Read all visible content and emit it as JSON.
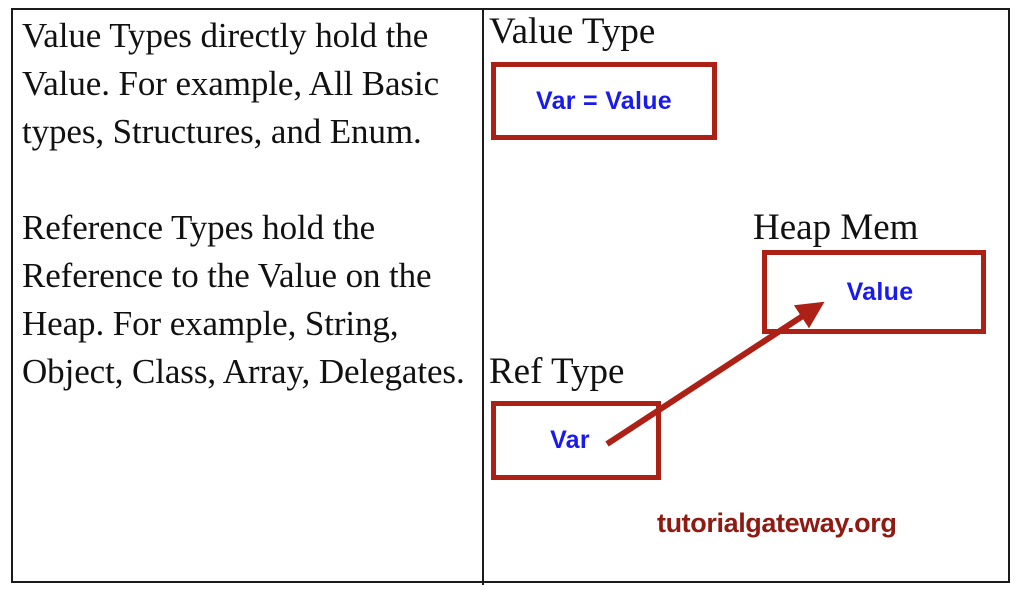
{
  "figure": {
    "background_color": "#ffffff",
    "frame_color": "#1b1b1b",
    "accent_red": "#ad2015",
    "accent_blue": "#1a1aee",
    "watermark_color": "#8e1a12"
  },
  "left_panel": {
    "paragraphs": [
      "Value Types directly hold the Value. For example, All Basic types, Structures, and Enum.",
      "Reference Types hold the Reference to the Value on the Heap. For example, String, Object, Class, Array, Delegates."
    ]
  },
  "diagram": {
    "value_type": {
      "heading": "Value Type",
      "box_label": "Var = Value"
    },
    "heap_mem": {
      "heading": "Heap Mem",
      "box_label": "Value"
    },
    "ref_type": {
      "heading": "Ref Type",
      "box_label": "Var"
    },
    "arrow": {
      "from": "Ref Type Var",
      "to": "Heap Mem Value",
      "color": "#ad2015"
    }
  },
  "watermark": {
    "text": "tutorialgateway.org"
  }
}
